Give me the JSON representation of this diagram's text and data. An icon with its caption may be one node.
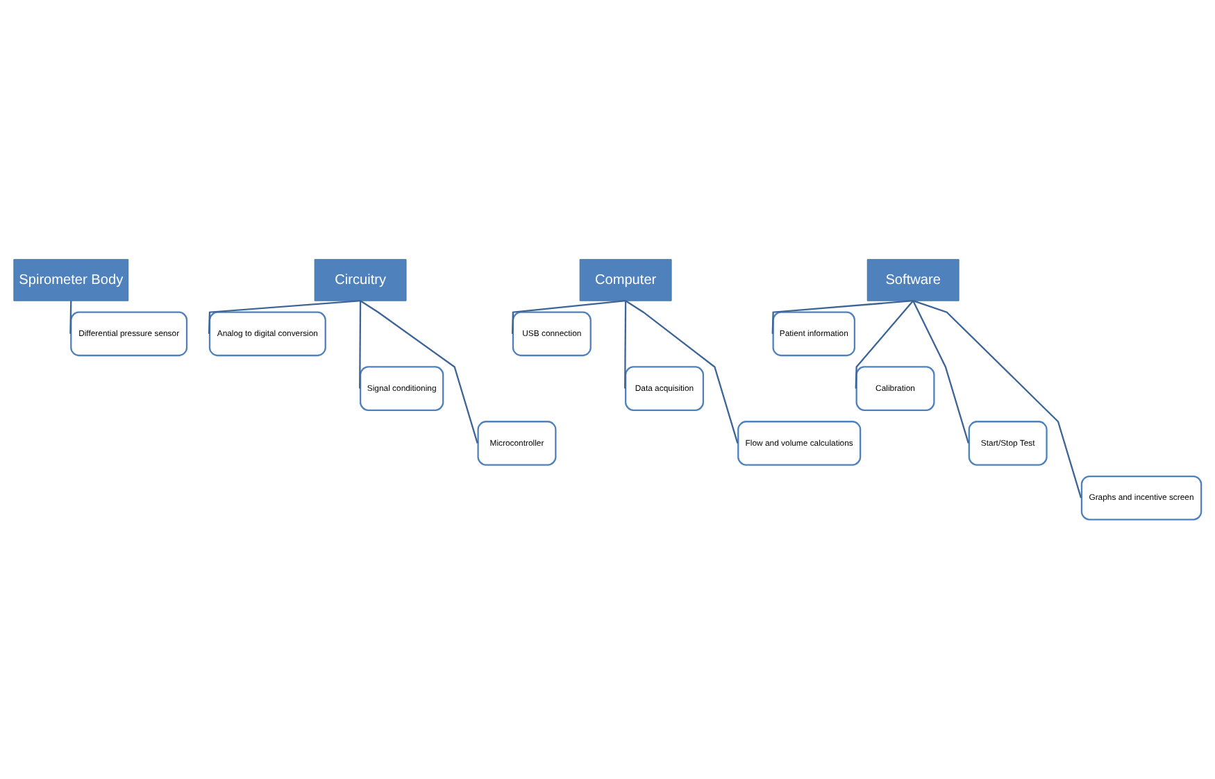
{
  "diagram": {
    "nodes": [
      {
        "text": [
          "Spirometer Body"
        ]
      },
      {
        "text": [
          "Differential pressure sensor"
        ]
      },
      {
        "text": [
          "Circuitry"
        ]
      },
      {
        "text": [
          "Analog to digital conversion"
        ]
      },
      {
        "text": [
          "Signal conditioning"
        ]
      },
      {
        "text": [
          "Microcontroller"
        ]
      },
      {
        "text": [
          "Computer"
        ]
      },
      {
        "text": [
          "USB connection"
        ]
      },
      {
        "text": [
          "Data acquisition"
        ]
      },
      {
        "text": [
          "Flow and volume calculations"
        ]
      },
      {
        "text": [
          "Software"
        ]
      },
      {
        "text": [
          "Patient information"
        ]
      },
      {
        "text": [
          "Calibration"
        ]
      },
      {
        "text": [
          "Start/Stop Test"
        ]
      },
      {
        "text": [
          "Graphs and incentive screen"
        ]
      }
    ],
    "edges": [
      {
        "from": 0,
        "to": 1,
        "arrow": "none"
      },
      {
        "from": 2,
        "to": 3,
        "arrow": "none"
      },
      {
        "from": 2,
        "to": 4,
        "arrow": "none"
      },
      {
        "from": 2,
        "to": 5,
        "arrow": "none"
      },
      {
        "from": 6,
        "to": 7,
        "arrow": "none"
      },
      {
        "from": 6,
        "to": 8,
        "arrow": "none"
      },
      {
        "from": 6,
        "to": 9,
        "arrow": "none"
      },
      {
        "from": 10,
        "to": 11,
        "arrow": "none"
      },
      {
        "from": 10,
        "to": 12,
        "arrow": "none"
      },
      {
        "from": 10,
        "to": 13,
        "arrow": "none"
      },
      {
        "from": 10,
        "to": 14,
        "arrow": "none"
      }
    ]
  }
}
